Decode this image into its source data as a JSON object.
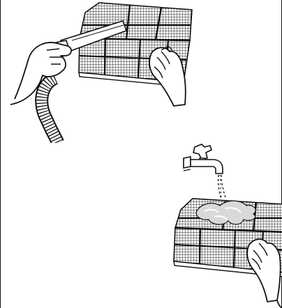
{
  "figure": {
    "panels": [
      {
        "id": "vacuum-filter",
        "icon": "vacuum-cleaning-filter-illustration"
      },
      {
        "id": "wash-filter",
        "icon": "washing-filter-under-tap-illustration"
      }
    ],
    "colors": {
      "line": "#111111",
      "background": "#ffffff",
      "water_fill": "#d9d9d9"
    }
  }
}
